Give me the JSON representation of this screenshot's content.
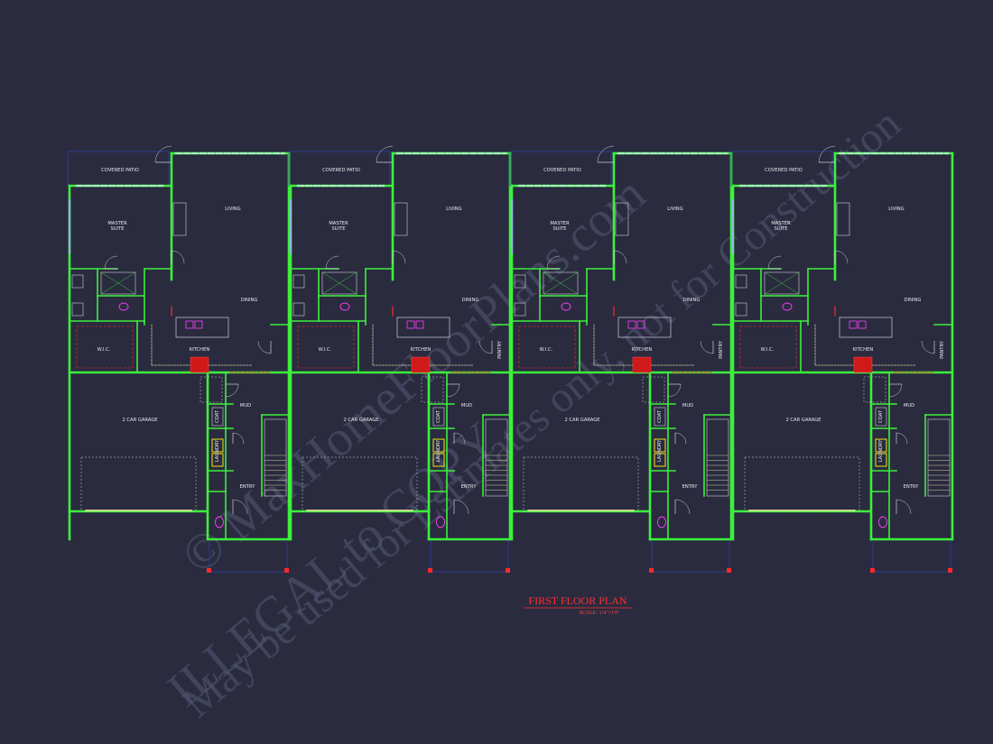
{
  "title": "FIRST FLOOR PLAN",
  "scale": "SCALE: 1/4\"=1'0\"",
  "watermark": {
    "line1": "© MaxHomeFloorPlans.com",
    "line2": "ILLEGAL to COPY",
    "line3": "May be used for Estimates only, not for Construction"
  },
  "units": [
    {
      "name": "unit-1",
      "rooms": {
        "covered_patio": "COVERED PATIO",
        "living": "LIVING",
        "master_suite_1": "MASTER",
        "master_suite_2": "SUITE",
        "dining": "DINING",
        "wic": "W.I.C.",
        "kitchen": "KITCHEN",
        "pantry": "",
        "garage": "2 CAR GARAGE",
        "mud": "MUD",
        "coat": "COAT",
        "laundry": "LAUNDRY",
        "entry": "ENTRY"
      }
    },
    {
      "name": "unit-2",
      "rooms": {
        "covered_patio": "COVERED PATIO",
        "living": "LIVING",
        "master_suite_1": "MASTER",
        "master_suite_2": "SUITE",
        "dining": "DINING",
        "wic": "W.I.C.",
        "kitchen": "KITCHEN",
        "pantry": "PANTRY",
        "garage": "2 CAR GARAGE",
        "mud": "MUD",
        "coat": "COAT",
        "laundry": "LAUNDRY",
        "entry": "ENTRY"
      }
    },
    {
      "name": "unit-3",
      "rooms": {
        "covered_patio": "COVERED PATIO",
        "living": "LIVING",
        "master_suite_1": "MASTER",
        "master_suite_2": "SUITE",
        "dining": "DINING",
        "wic": "W.I.C.",
        "kitchen": "KITCHEN",
        "pantry": "PANTRY",
        "garage": "2 CAR GARAGE",
        "mud": "MUD",
        "coat": "COAT",
        "laundry": "LAUNDRY",
        "entry": "ENTRY"
      }
    },
    {
      "name": "unit-4",
      "rooms": {
        "covered_patio": "COVERED PATIO",
        "living": "LIVING",
        "master_suite_1": "MASTER",
        "master_suite_2": "SUITE",
        "dining": "DINING",
        "wic": "W.I.C.",
        "kitchen": "KITCHEN",
        "pantry": "PANTRY",
        "garage": "2 CAR GARAGE",
        "mud": "MUD",
        "coat": "COAT",
        "laundry": "LAUNDRY",
        "entry": "ENTRY"
      }
    }
  ],
  "colors": {
    "background": "#2a2b3f",
    "wall": "#3cf03c",
    "outline": "#2f3fa8",
    "accent": "#ff2a2a",
    "fixture": "#ff40ff",
    "appliance": "#f2e614",
    "cabinet": "#d6c9a0",
    "text": "#e8e8ee"
  }
}
